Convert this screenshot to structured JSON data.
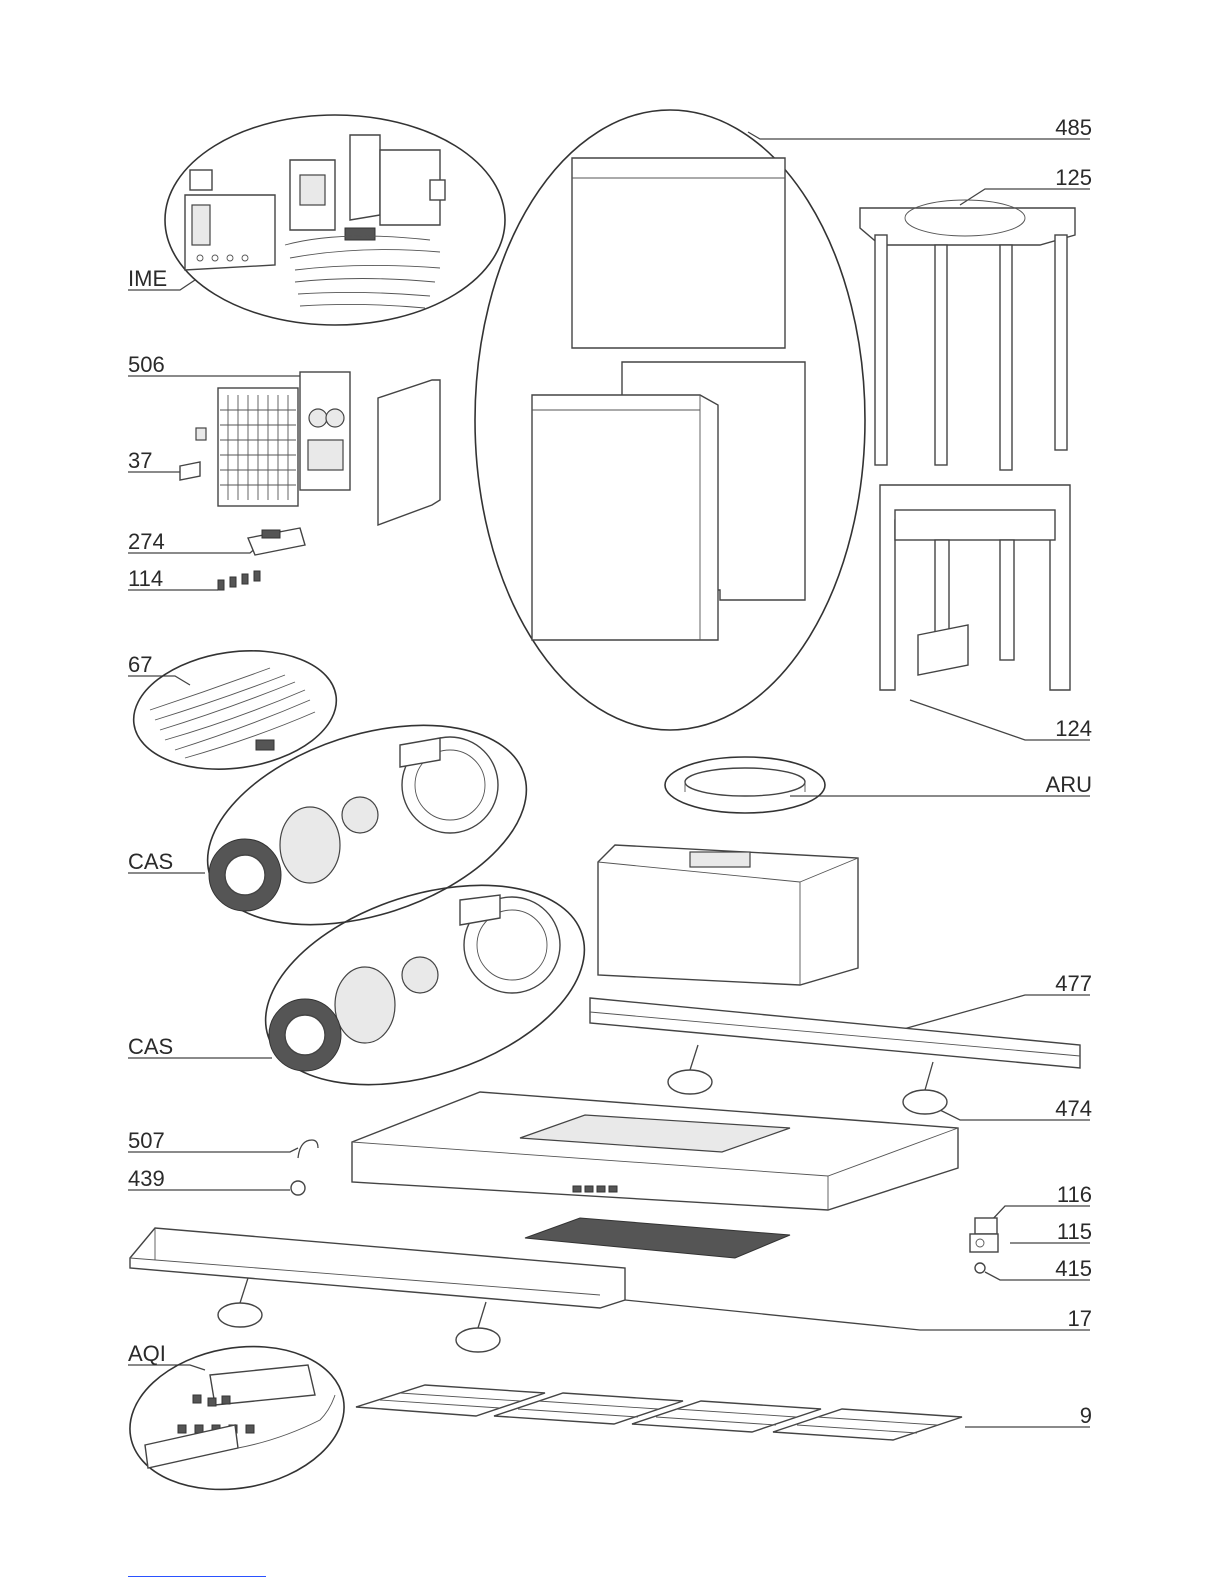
{
  "labels": {
    "ime": "IME",
    "p506": "506",
    "p37": "37",
    "p274": "274",
    "p114": "114",
    "p67": "67",
    "cas1": "CAS",
    "cas2": "CAS",
    "p507": "507",
    "p439": "439",
    "aqi": "AQI",
    "p485": "485",
    "p125": "125",
    "p124": "124",
    "aru": "ARU",
    "p477": "477",
    "p474": "474",
    "p116": "116",
    "p115": "115",
    "p415": "415",
    "p17": "17",
    "p9": "9"
  }
}
